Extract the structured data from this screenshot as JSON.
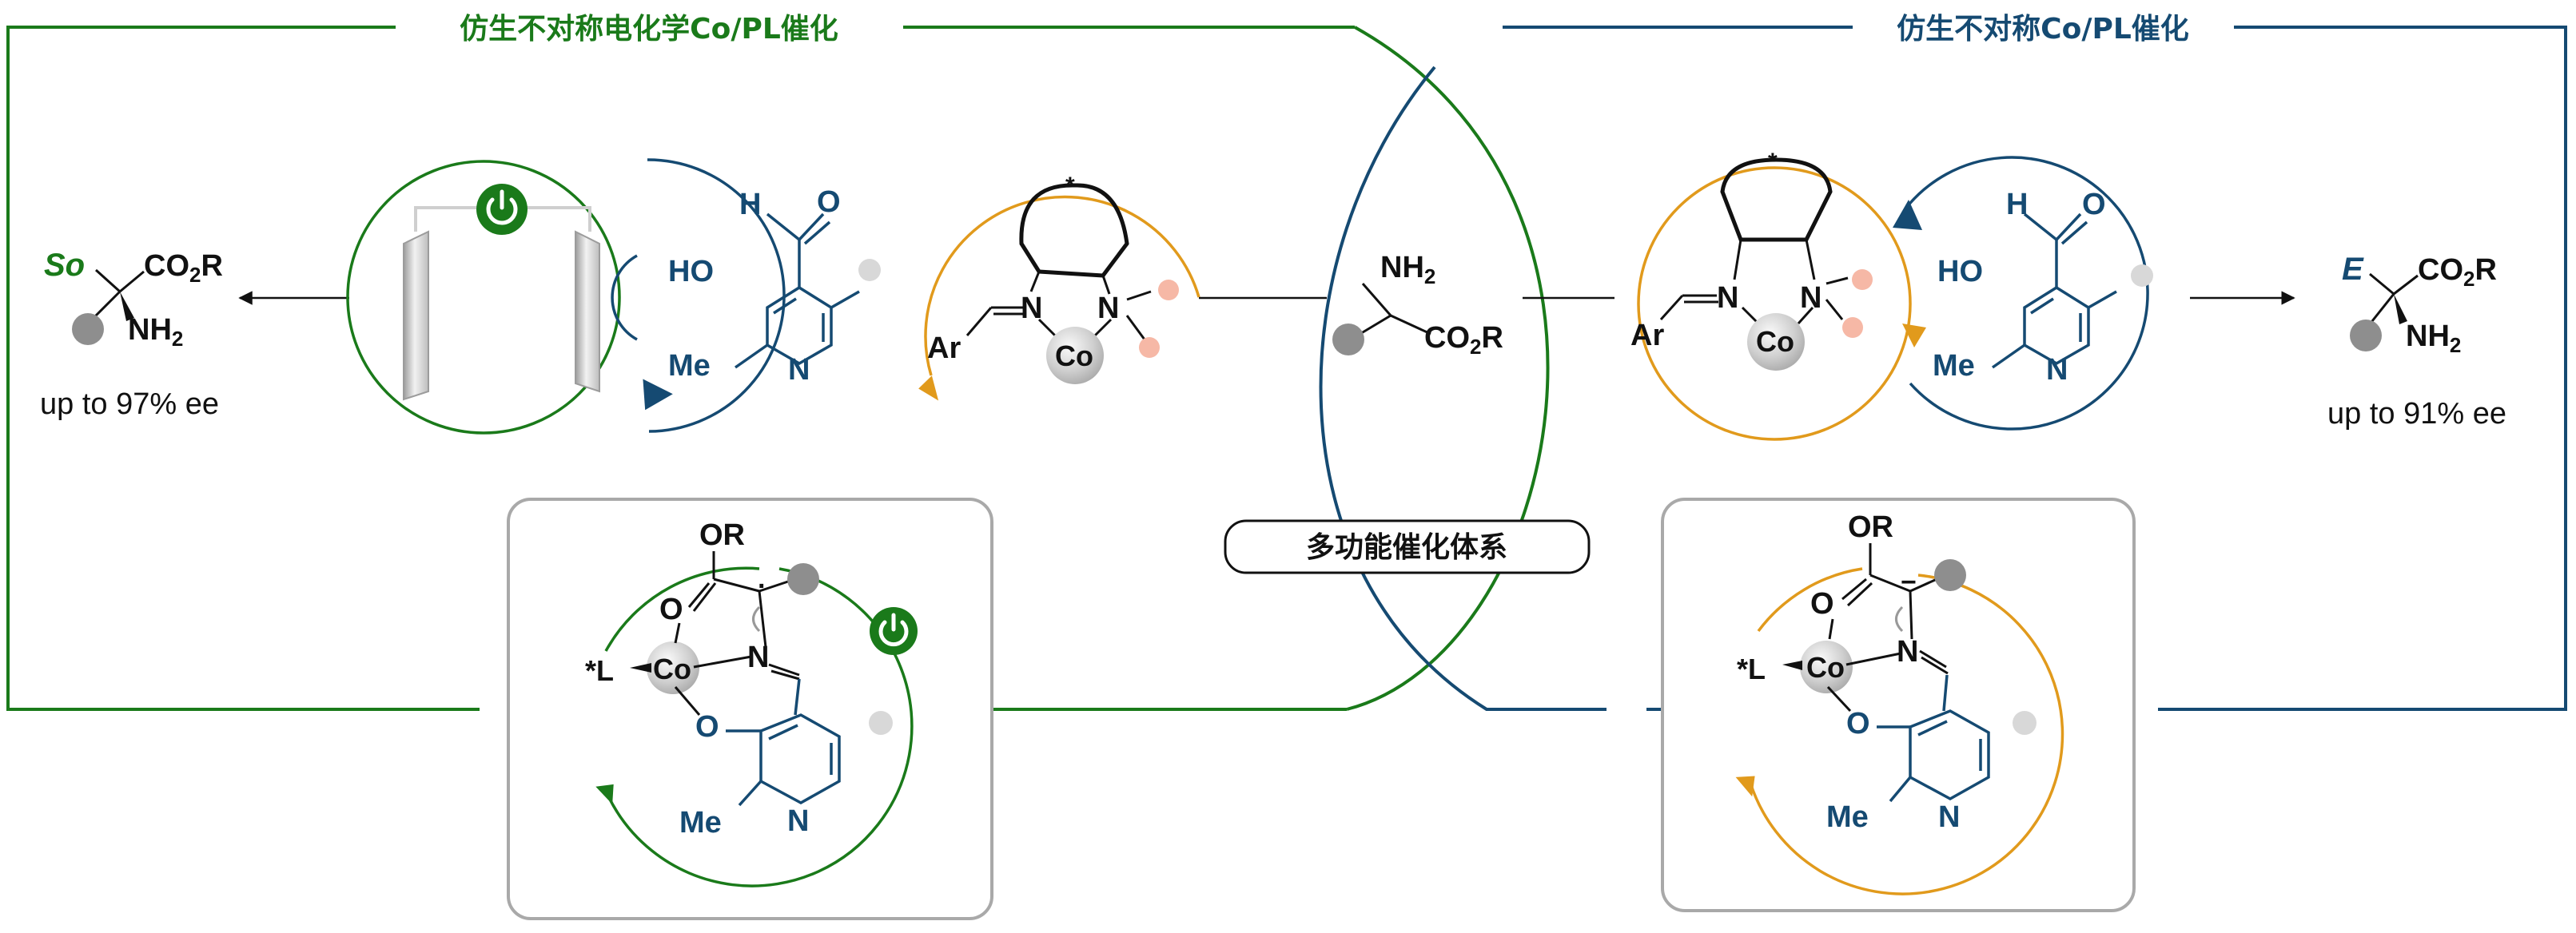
{
  "titles": {
    "left": "仿生不对称电化学Co/PL催化",
    "right": "仿生不对称Co/PL催化",
    "center_badge": "多功能催化体系"
  },
  "labels": {
    "nh2": "NH",
    "nh2_sub": "2",
    "co2r_co": "CO",
    "co2r_sub": "2",
    "co2r_r": "R",
    "co": "Co",
    "n": "N",
    "ar": "Ar",
    "ho": "HO",
    "o": "O",
    "h": "H",
    "me": "Me",
    "or": "OR",
    "star_l": "*L",
    "star": "*",
    "minus": "−",
    "radical_dot": "·"
  },
  "products": {
    "left_prefix": "So",
    "left_ee": "up to 97% ee",
    "right_prefix": "E",
    "right_ee": "up to 91% ee"
  },
  "colors": {
    "green": "#1a7a1a",
    "blue": "#154a72",
    "orange": "#e19a1c",
    "gray": "#9a9a9a",
    "pink": "#f6b8a6",
    "black": "#111111"
  },
  "icons": {
    "power": "power-icon",
    "electrode": "electrode-icon"
  }
}
